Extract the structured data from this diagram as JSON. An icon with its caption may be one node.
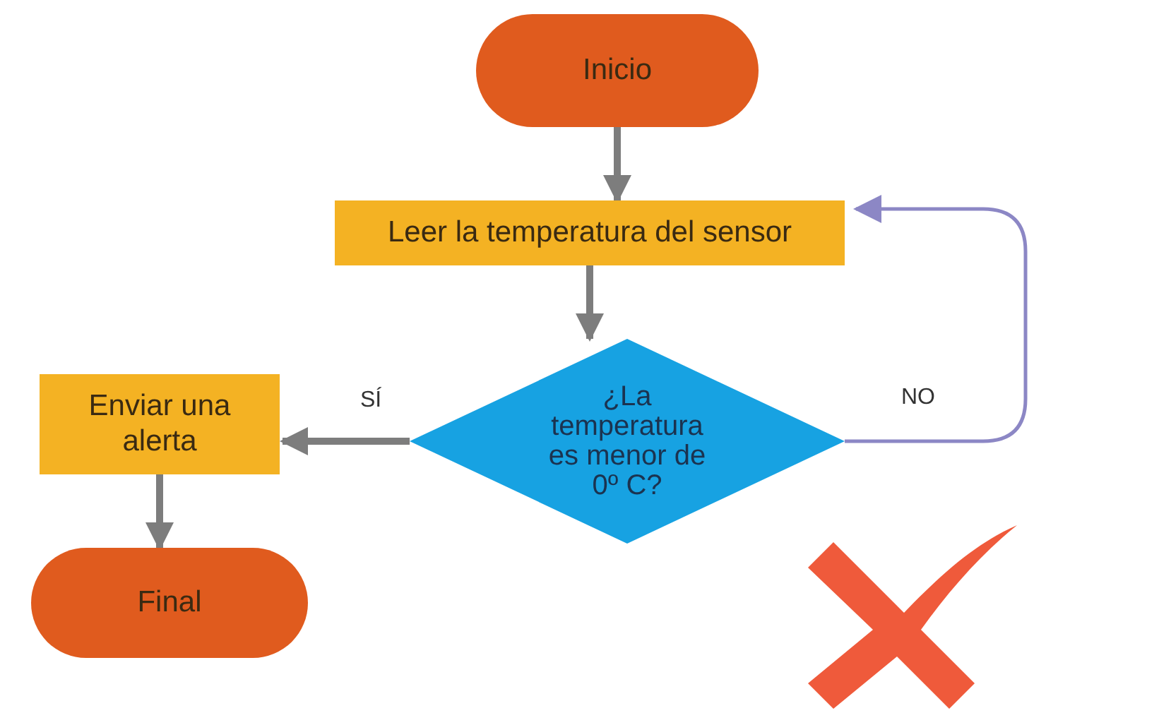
{
  "diagram": {
    "nodes": [
      {
        "text": [
          "Inicio"
        ]
      },
      {
        "text": [
          "Leer la temperatura del sensor"
        ]
      },
      {
        "text": [
          "¿La temperatura es menor de 0º C?"
        ]
      },
      {
        "text": [
          "Enviar una alerta"
        ]
      },
      {
        "text": [
          "Final"
        ]
      }
    ],
    "edges": [
      {
        "from": 0,
        "to": 1,
        "arrow": "to"
      },
      {
        "from": 1,
        "to": 2,
        "arrow": "to"
      },
      {
        "from": 2,
        "to": 3,
        "arrow": "to",
        "label": "SÍ"
      },
      {
        "from": 2,
        "to": 1,
        "arrow": "to",
        "label": "NO",
        "color": "#8c87c5"
      },
      {
        "from": 3,
        "to": 4,
        "arrow": "to"
      }
    ]
  }
}
